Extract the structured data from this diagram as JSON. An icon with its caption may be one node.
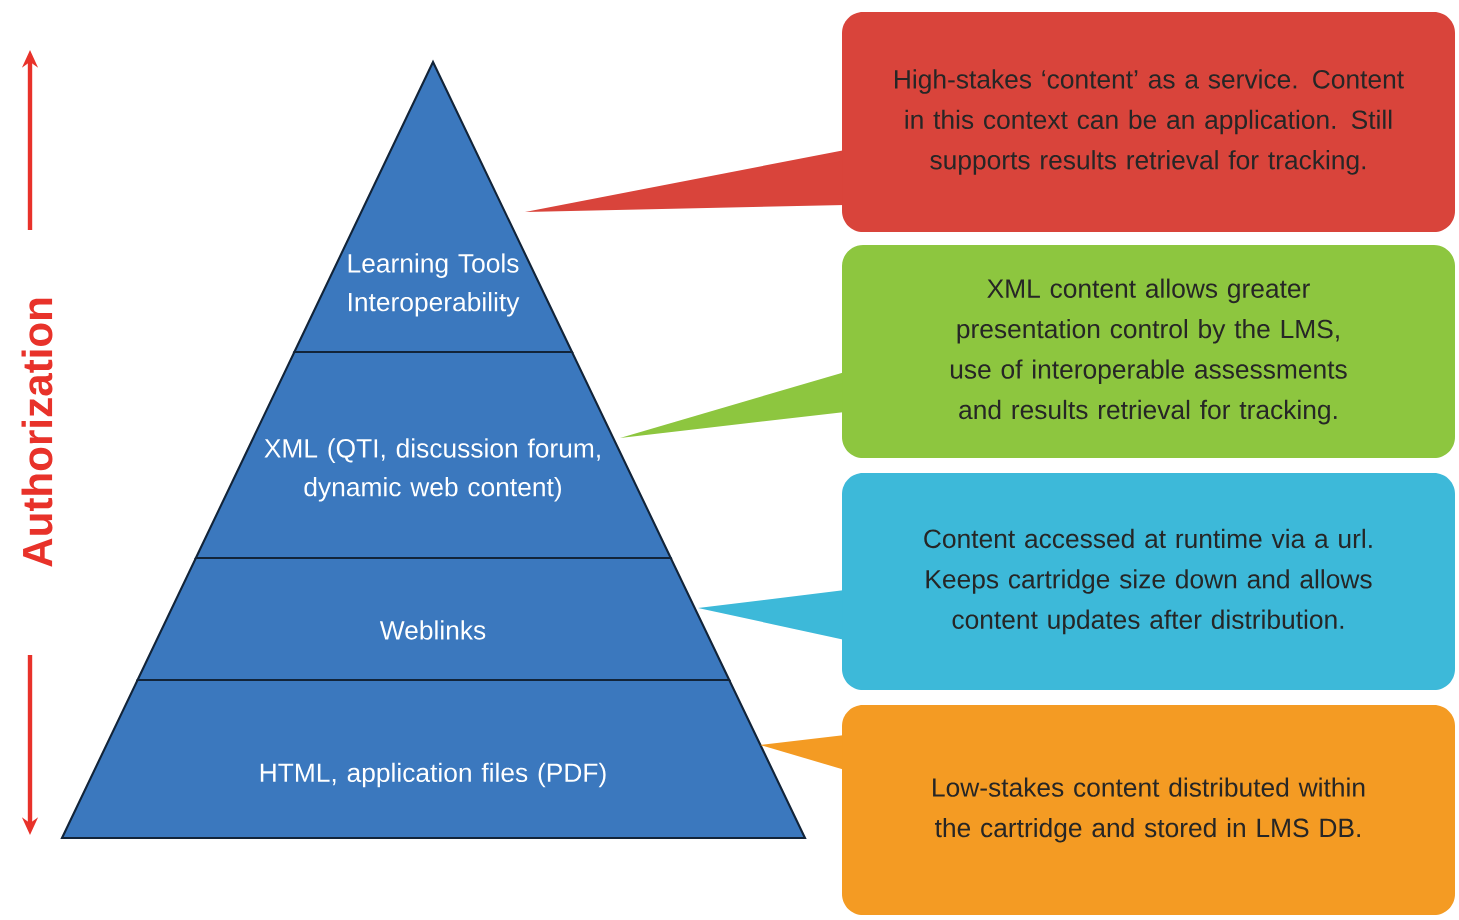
{
  "diagram": {
    "nodes": [
      {
        "text": [
          "Learning Tools Interoperability"
        ]
      },
      {
        "text": [
          "XML (QTI, discussion forum, dynamic web content)"
        ]
      },
      {
        "text": [
          "Weblinks"
        ]
      },
      {
        "text": [
          "HTML, application files (PDF)"
        ]
      },
      {
        "text": [
          "High-stakes ‘content’ as a service. Content in this context can be an application. Still supports results retrieval for tracking."
        ]
      },
      {
        "text": [
          "XML content allows greater presentation control by the LMS, use of interoperable assessments and results retrieval for tracking."
        ]
      },
      {
        "text": [
          "Content accessed at runtime via a url. Keeps cartridge size down and allows content updates after distribution."
        ]
      },
      {
        "text": [
          "Low-stakes content distributed within the cartridge and stored in LMS DB."
        ]
      }
    ],
    "labels": [
      "Authorization"
    ]
  }
}
